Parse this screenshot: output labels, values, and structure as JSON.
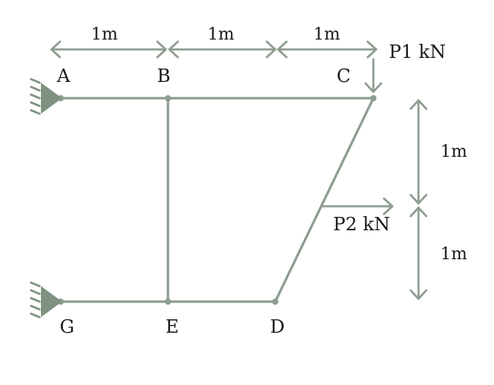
{
  "nodes": {
    "A": "A",
    "B": "B",
    "C": "C",
    "D": "D",
    "E": "E",
    "G": "G"
  },
  "loads": {
    "p1": "P1 kN",
    "p2": "P2 kN"
  },
  "dimensions": {
    "top_left": "1m",
    "top_middle": "1m",
    "top_right": "1m",
    "right_upper": "1m",
    "right_lower": "1m"
  },
  "colors": {
    "member": "#8e9e90",
    "support": "#7f9281",
    "text": "#1a1a1a"
  }
}
